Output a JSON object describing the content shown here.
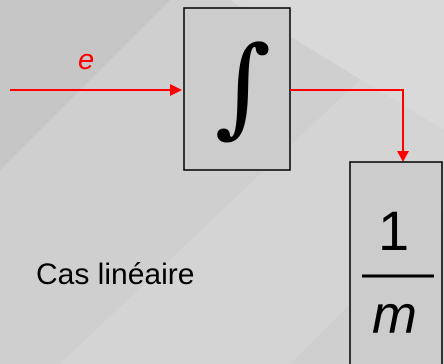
{
  "input_signal": "e",
  "integrator": {
    "symbol": "∫"
  },
  "gain_block": {
    "numerator": "1",
    "denominator": "m"
  },
  "caption": "Cas linéaire",
  "colors": {
    "signal_line": "#ff0000",
    "block_fill": "#cccccc",
    "block_border": "#000000",
    "text": "#000000"
  }
}
